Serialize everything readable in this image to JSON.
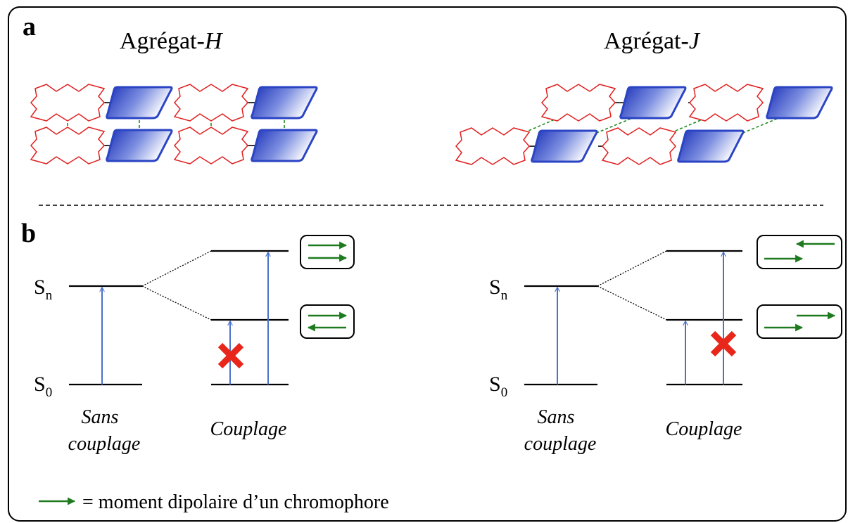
{
  "panel_a": {
    "letter": "a",
    "h_title_prefix": "Agrégat-",
    "h_title_italic": "H",
    "j_title_prefix": "Agrégat-",
    "j_title_italic": "J"
  },
  "panel_b": {
    "letter": "b",
    "left": {
      "s_n_main": "S",
      "s_n_sub": "n",
      "s_0_main": "S",
      "s_0_sub": "0",
      "without_coupling_line1": "Sans",
      "without_coupling_line2": "couplage",
      "coupling": "Couplage"
    },
    "right": {
      "s_n_main": "S",
      "s_n_sub": "n",
      "s_0_main": "S",
      "s_0_sub": "0",
      "without_coupling_line1": "Sans",
      "without_coupling_line2": "couplage",
      "coupling": "Couplage"
    }
  },
  "legend": {
    "text": "= moment dipolaire d’un chromophore"
  },
  "colors": {
    "transition_arrow": "#4a72c9",
    "dipole_arrow": "#1e7a1e",
    "forbidden_cross": "#e8261a",
    "chromophore_outline": "#e02020",
    "acceptor_fill": "#2a44c4",
    "link_dash": "#1e8a1e"
  },
  "icons": {
    "forbidden": "cross-mark-icon",
    "dipole": "arrow-right-icon"
  }
}
